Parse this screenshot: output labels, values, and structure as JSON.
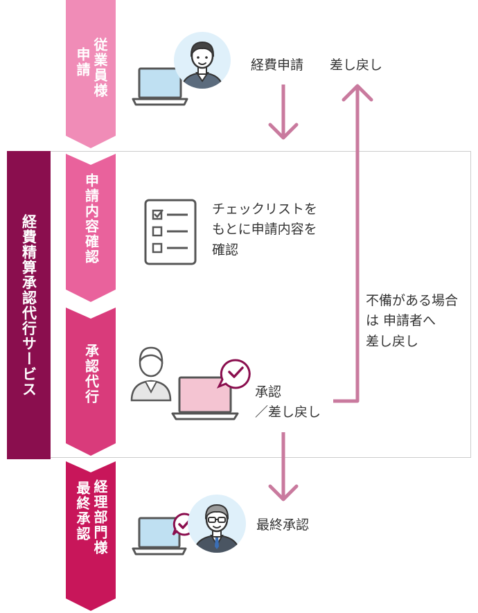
{
  "service": {
    "title": "経費精算承認代行サービス",
    "color": "#8a0e4e"
  },
  "steps": [
    {
      "label": "従業員様 申請",
      "lines": [
        "従業員様",
        "申請"
      ],
      "color": "#f08cb7"
    },
    {
      "label": "申請内容確認",
      "lines": [
        "申請内容確認"
      ],
      "color": "#e9629c"
    },
    {
      "label": "承認代行",
      "lines": [
        "承認代行"
      ],
      "color": "#d93b7b"
    },
    {
      "label": "経理部門様 最終承認",
      "lines": [
        "経理部門様",
        "最終承認"
      ],
      "color": "#c8165a"
    }
  ],
  "descriptions": {
    "submit": "経費申請",
    "return": "差し戻し",
    "check_line1": "チェックリストを",
    "check_line2": "もとに申請内容を",
    "check_line3": "確認",
    "approve_line1": "承認",
    "approve_line2": "／差し戻し",
    "final": "最終承認",
    "incomplete_line1": "不備がある場合",
    "incomplete_line2": "は 申請者へ",
    "incomplete_line3": "差し戻し"
  },
  "colors": {
    "arrow": "#c97a9e",
    "check_badge": "#8a0e4e",
    "frame": "#cccccc"
  },
  "icons": [
    "employee-avatar-icon",
    "laptop-icon",
    "checklist-icon",
    "operator-icon",
    "laptop-check-icon",
    "accountant-avatar-icon"
  ]
}
